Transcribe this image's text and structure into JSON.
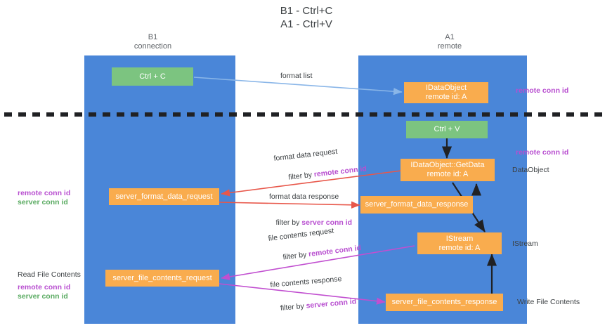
{
  "title": "B1 - Ctrl+C\nA1 - Ctrl+V",
  "lanes": [
    {
      "name": "B1",
      "role": "connection",
      "header": "B1\nconnection"
    },
    {
      "name": "A1",
      "role": "remote",
      "header": "A1\nremote"
    }
  ],
  "colors": {
    "lane": "#4a86d8",
    "green_box": "#7cc480",
    "orange_box": "#f9ac4e",
    "remote_conn_id": "#b84fd0",
    "server_conn_id": "#5aab62",
    "arrow_blue": "#8ab6e8",
    "arrow_red": "#e8574a",
    "arrow_magenta": "#c14fd0",
    "arrow_black": "#202124",
    "divider": "#202124"
  },
  "boxes": {
    "ctrl_c": "Ctrl + C",
    "ctrl_v": "Ctrl + V",
    "idataobject": "IDataObject\nremote id: A",
    "idataobject_getdata": "IDataObject::GetData\nremote id: A",
    "istream": "IStream\nremote id: A",
    "server_format_data_request": "server_format_data_request",
    "server_format_data_response": "server_format_data_response",
    "server_file_contents_request": "server_file_contents_request",
    "server_file_contents_response": "server_file_contents_response"
  },
  "right_labels": {
    "remote_conn_id_top": "remote conn id",
    "remote_conn_id_mid": "remote conn id",
    "data_object": "DataObject",
    "istream": "IStream",
    "write_file_contents": "Write File Contents"
  },
  "left_labels": {
    "remote_conn_id": "remote conn id",
    "server_conn_id": "server conn id",
    "read_file_contents": "Read File Contents",
    "remote_conn_id_2": "remote conn id",
    "server_conn_id_2": "server conn id"
  },
  "arrow_labels": {
    "format_list": "format list",
    "format_data_request": "format data request",
    "format_data_request_filter_prefix": "filter by ",
    "format_data_request_filter_value": "remote conn id",
    "format_data_response": "format data response",
    "format_data_response_filter_prefix": "filter by ",
    "format_data_response_filter_value": "server conn id",
    "file_contents_request": "file contents request",
    "file_contents_request_filter_prefix": "filter by ",
    "file_contents_request_filter_value": "remote conn id",
    "file_contents_response": "file contents response",
    "file_contents_response_filter_prefix": "filter by ",
    "file_contents_response_filter_value": "server conn id"
  }
}
